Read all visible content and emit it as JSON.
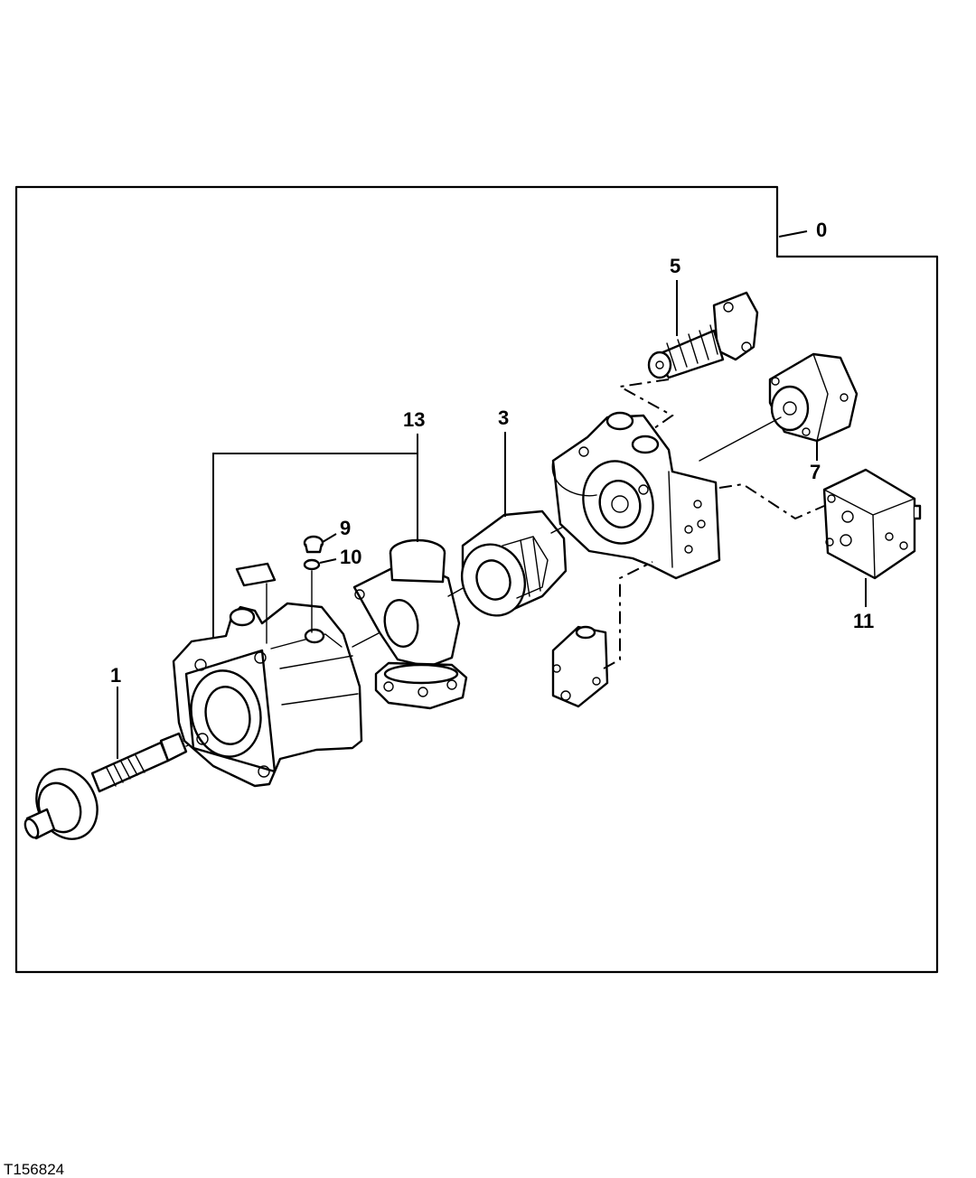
{
  "figure_id": "T156824",
  "callouts": {
    "c0": "0",
    "c1": "1",
    "c3": "3",
    "c5": "5",
    "c7": "7",
    "c9": "9",
    "c10": "10",
    "c11": "11",
    "c13": "13"
  }
}
